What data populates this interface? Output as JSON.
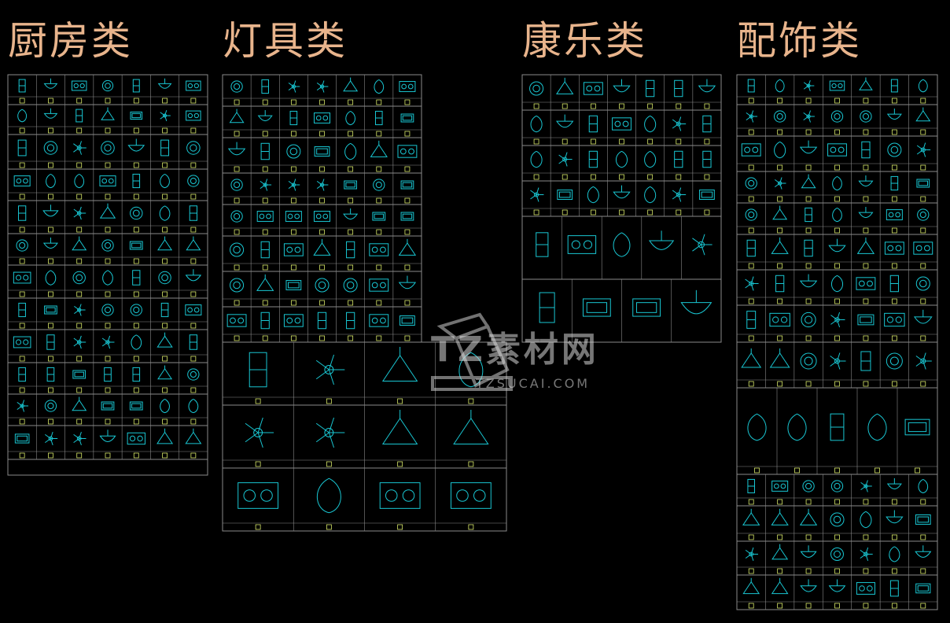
{
  "categories": [
    {
      "title": "厨房类",
      "cols": 7
    },
    {
      "title": "灯具类",
      "cols": 7
    },
    {
      "title": "康乐类",
      "cols": 7
    },
    {
      "title": "配饰类",
      "cols": 7
    }
  ],
  "watermark": {
    "brand": "TZ素材网",
    "domain": "TZSUCAI.COM"
  },
  "colors": {
    "background": "#000000",
    "title": "#e8b48c",
    "grid": "#8a8a8a",
    "symbol": "#19c6d2",
    "tag": "#d8e86a"
  }
}
